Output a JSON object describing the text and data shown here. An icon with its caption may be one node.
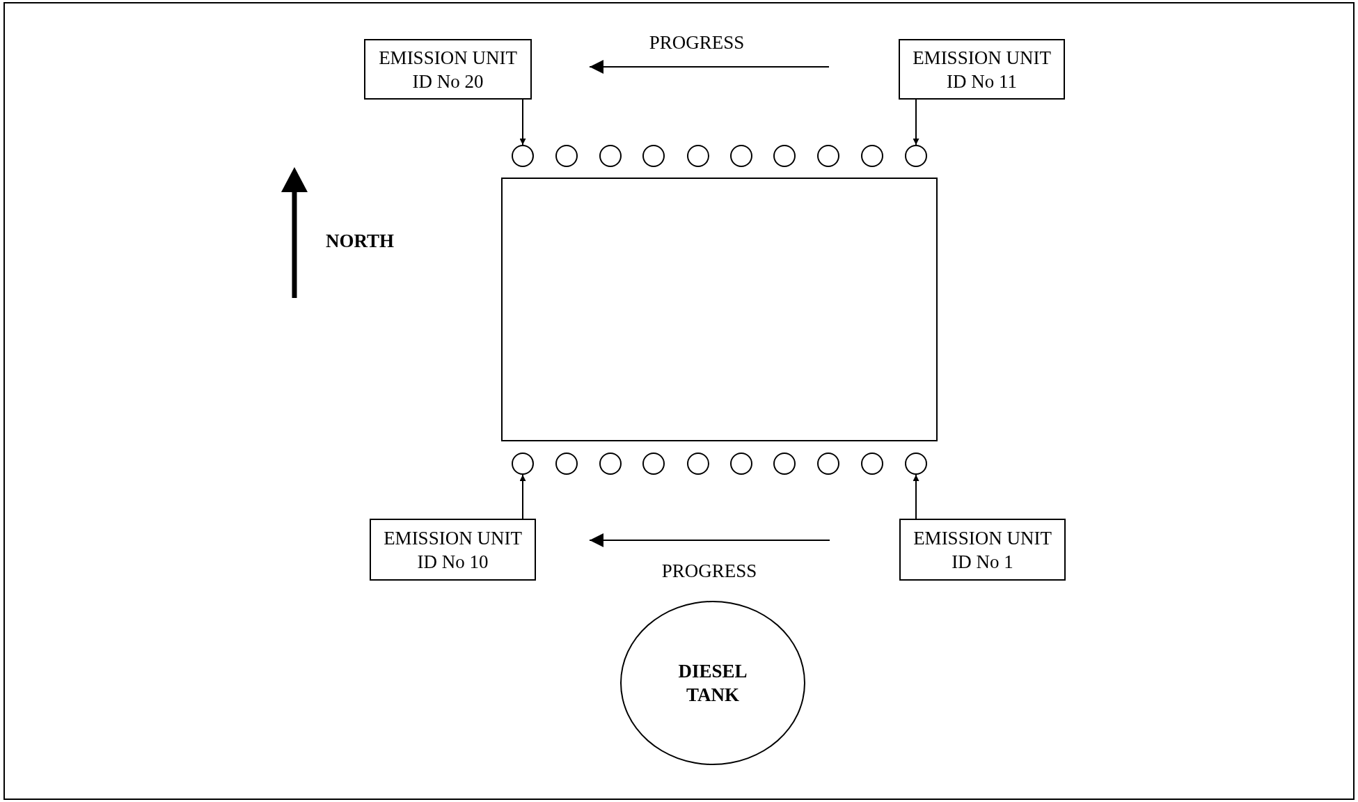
{
  "diagram": {
    "nodes": [
      {
        "text": [
          "EMISSION UNIT ID No 20"
        ]
      },
      {
        "text": [
          "EMISSION UNIT ID No 11"
        ]
      },
      {
        "text": [],
        "shape": "circle"
      },
      {
        "text": [],
        "shape": "circle"
      },
      {
        "text": [],
        "shape": "circle"
      },
      {
        "text": [],
        "shape": "circle"
      },
      {
        "text": [],
        "shape": "circle"
      },
      {
        "text": [],
        "shape": "circle"
      },
      {
        "text": [],
        "shape": "circle"
      },
      {
        "text": [],
        "shape": "circle"
      },
      {
        "text": [],
        "shape": "circle"
      },
      {
        "text": [],
        "shape": "circle"
      },
      {
        "text": [],
        "shape": "box"
      },
      {
        "text": [],
        "shape": "circle"
      },
      {
        "text": [],
        "shape": "circle"
      },
      {
        "text": [],
        "shape": "circle"
      },
      {
        "text": [],
        "shape": "circle"
      },
      {
        "text": [],
        "shape": "circle"
      },
      {
        "text": [],
        "shape": "circle"
      },
      {
        "text": [],
        "shape": "circle"
      },
      {
        "text": [],
        "shape": "circle"
      },
      {
        "text": [],
        "shape": "circle"
      },
      {
        "text": [],
        "shape": "circle"
      },
      {
        "text": [
          "EMISSION UNIT ID No 10"
        ]
      },
      {
        "text": [
          "EMISSION UNIT ID No 1"
        ]
      },
      {
        "text": [
          "DIESEL TANK"
        ]
      }
    ],
    "edges": [
      {
        "from": 0,
        "to": 2,
        "arrow": "to"
      },
      {
        "from": 1,
        "to": 11,
        "arrow": "to"
      },
      {
        "from": 23,
        "to": 13,
        "arrow": "to"
      },
      {
        "from": 24,
        "to": 22,
        "arrow": "to"
      }
    ],
    "labels": [
      "PROGRESS",
      "NORTH",
      "PROGRESS"
    ]
  }
}
